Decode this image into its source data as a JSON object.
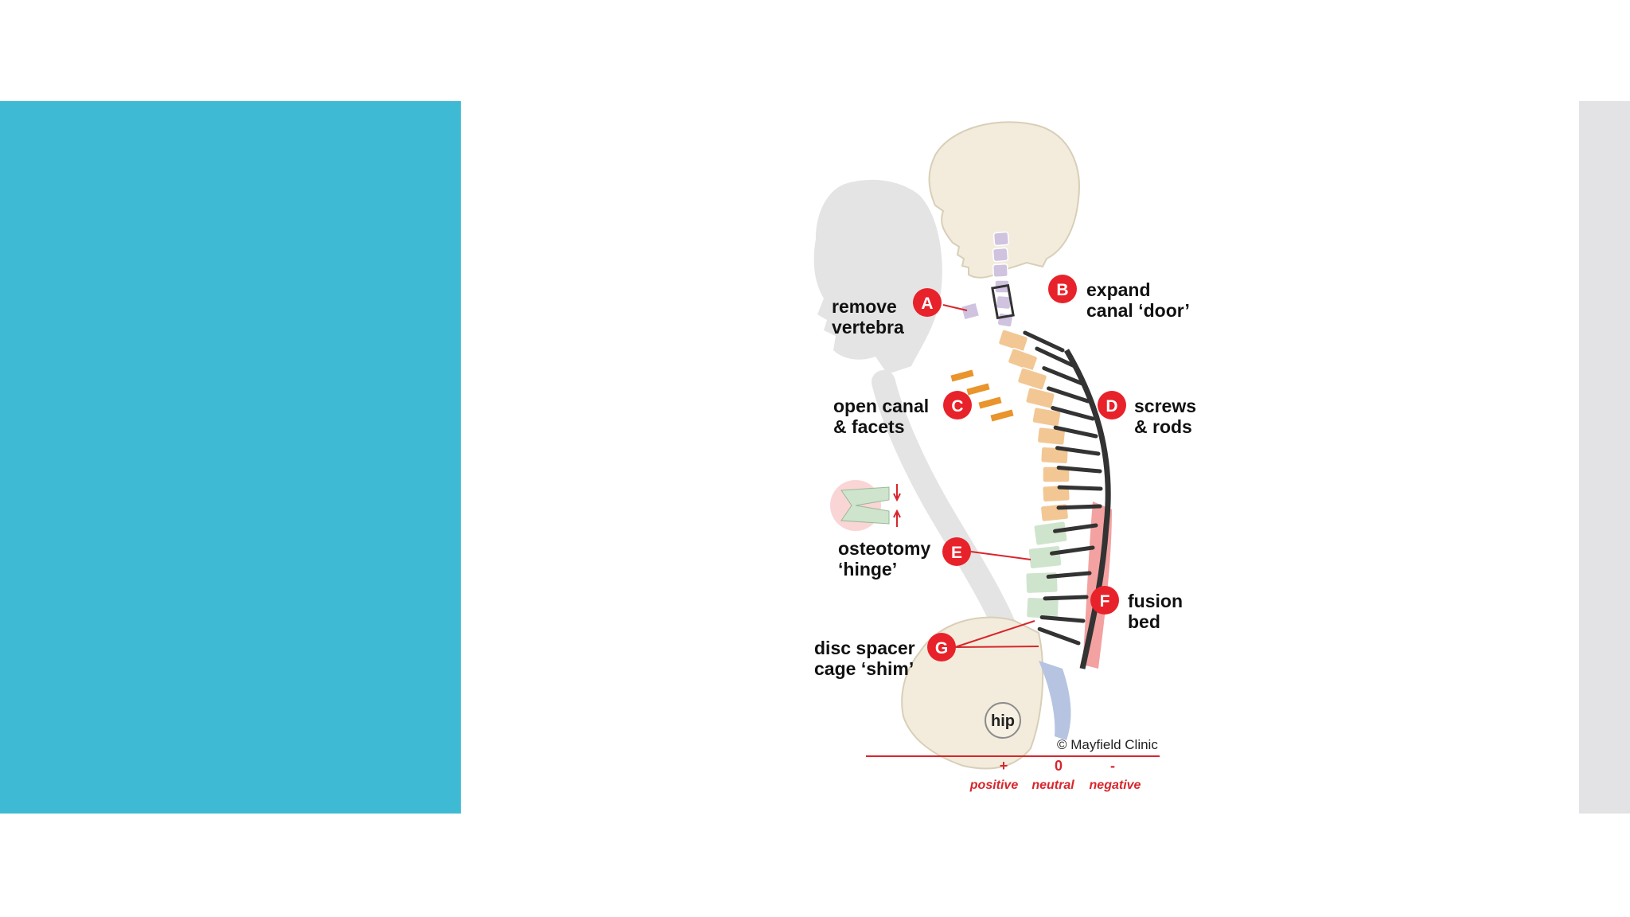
{
  "colors": {
    "accent_panel": "#3fbad4",
    "right_strip": "#e3e3e5",
    "badge": "#e8222a",
    "skull": "#f3ecdc",
    "ghost": "#e4e4e4",
    "cervical": "#cfc3e0",
    "thoracic": "#f2c794",
    "lumbar": "#cfe4cc",
    "sacral": "#b6c4e2",
    "hardware": "#333333",
    "fusion": "#f08a8a",
    "scale": "#d7262c"
  },
  "labels": {
    "A": {
      "badge": "A",
      "line1": "remove",
      "line2": "vertebra"
    },
    "B": {
      "badge": "B",
      "line1": "expand",
      "line2": "canal ‘door’"
    },
    "C": {
      "badge": "C",
      "line1": "open canal",
      "line2": "& facets"
    },
    "D": {
      "badge": "D",
      "line1": "screws",
      "line2": "& rods"
    },
    "E": {
      "badge": "E",
      "line1": "osteotomy",
      "line2": "‘hinge’"
    },
    "F": {
      "badge": "F",
      "line1": "fusion",
      "line2": "bed"
    },
    "G": {
      "badge": "G",
      "line1": "disc spacer",
      "line2": "cage ‘shim’"
    }
  },
  "hip_label": "hip",
  "copyright": "© Mayfield Clinic",
  "scale": [
    {
      "symbol": "+",
      "word": "positive"
    },
    {
      "symbol": "0",
      "word": "neutral"
    },
    {
      "symbol": "-",
      "word": "negative"
    }
  ],
  "icons": {
    "skull": "skull-illustration",
    "ghost_skull": "ghost-skull-illustration",
    "spine": "spine-illustration",
    "pelvis": "pelvis-illustration"
  }
}
